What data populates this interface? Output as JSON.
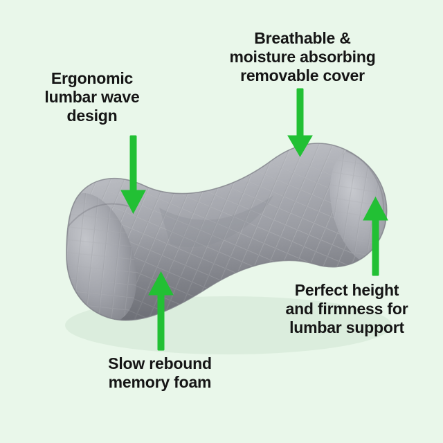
{
  "page": {
    "background_color": "#e9f7ea",
    "accent_color": "#22c034",
    "text_color": "#151515",
    "product": "grey quilted bone-shaped lumbar support memory foam pillow"
  },
  "callouts": [
    {
      "id": "ergonomic",
      "text": "Ergonomic\nlumbar wave\ndesign",
      "arrow": "down-arrow-icon",
      "arrow_color": "#22c034",
      "points_to": "pillow-center-left-curve"
    },
    {
      "id": "breathable",
      "text": "Breathable &\nmoisture absorbing\nremovable cover",
      "arrow": "down-arrow-icon",
      "arrow_color": "#22c034",
      "points_to": "pillow-upper-right-surface"
    },
    {
      "id": "height-firmness",
      "text": "Perfect height\nand firmness for\nlumbar support",
      "arrow": "up-arrow-icon",
      "arrow_color": "#22c034",
      "points_to": "pillow-right-end"
    },
    {
      "id": "memory-foam",
      "text": "Slow rebound\nmemory foam",
      "arrow": "up-arrow-icon",
      "arrow_color": "#22c034",
      "points_to": "pillow-lower-center"
    }
  ]
}
